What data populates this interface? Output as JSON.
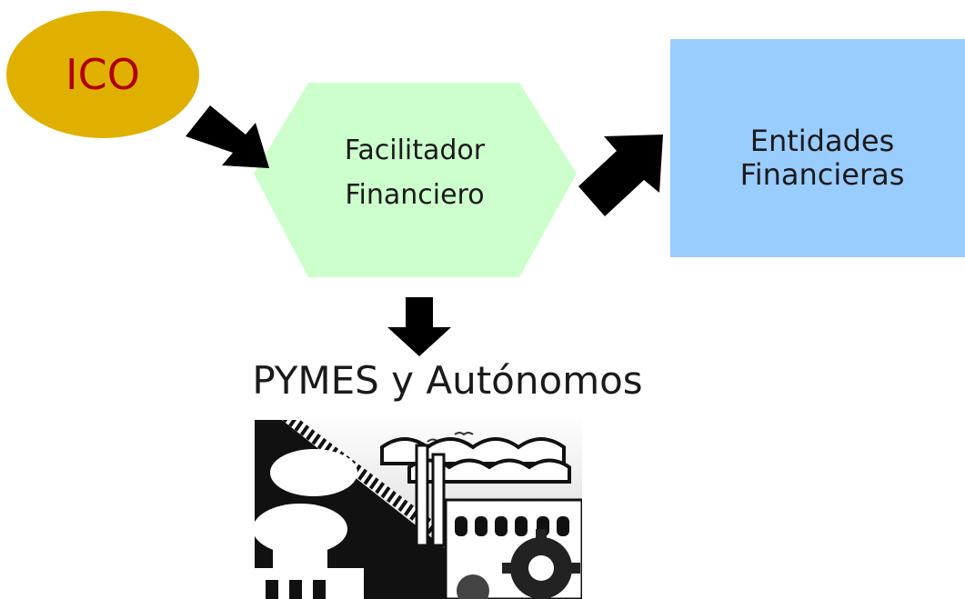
{
  "nodes": {
    "ico": {
      "label": "ICO",
      "fill": "#e0b000",
      "text_color": "#b00000"
    },
    "facilitator": {
      "line1": "Facilitador",
      "line2": "Financiero",
      "fill": "#ccffcc",
      "text_color": "#1a1a1a"
    },
    "entities": {
      "line1": "Entidades",
      "line2": "Financieras",
      "fill": "#99ccff",
      "text_color": "#1a1a1a"
    }
  },
  "target": {
    "label": "PYMES y Autónomos",
    "text_color": "#1a1a1a"
  },
  "illustration": {
    "name": "industrial-city-clipart"
  },
  "arrow_color": "#000000"
}
